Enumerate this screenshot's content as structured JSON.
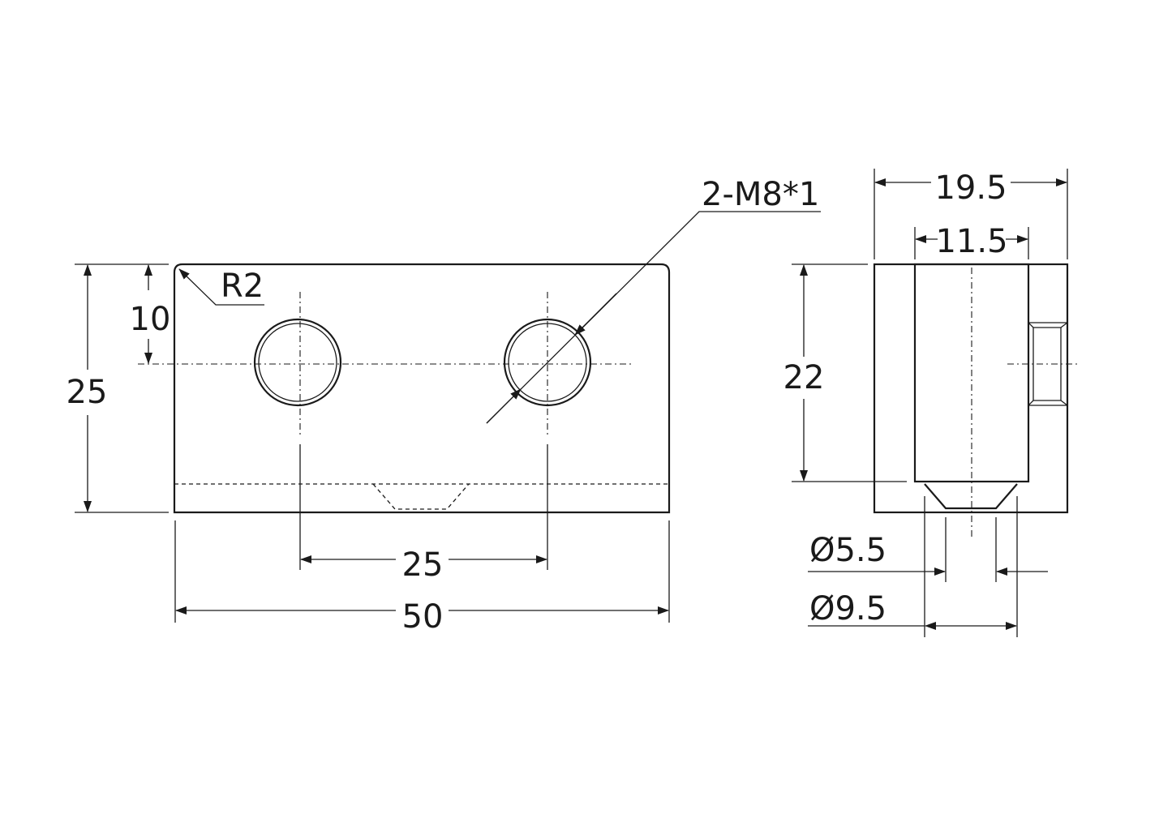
{
  "front_view": {
    "dims": {
      "height_total": "25",
      "hole_offset": "10",
      "radius": "R2",
      "hole_spacing": "25",
      "width_total": "50"
    },
    "thread_callout": "2-M8*1"
  },
  "side_view": {
    "dims": {
      "width_total": "19.5",
      "slot_width": "11.5",
      "slot_height": "22",
      "counterbore_small": "Ø5.5",
      "counterbore_large": "Ø9.5"
    }
  }
}
